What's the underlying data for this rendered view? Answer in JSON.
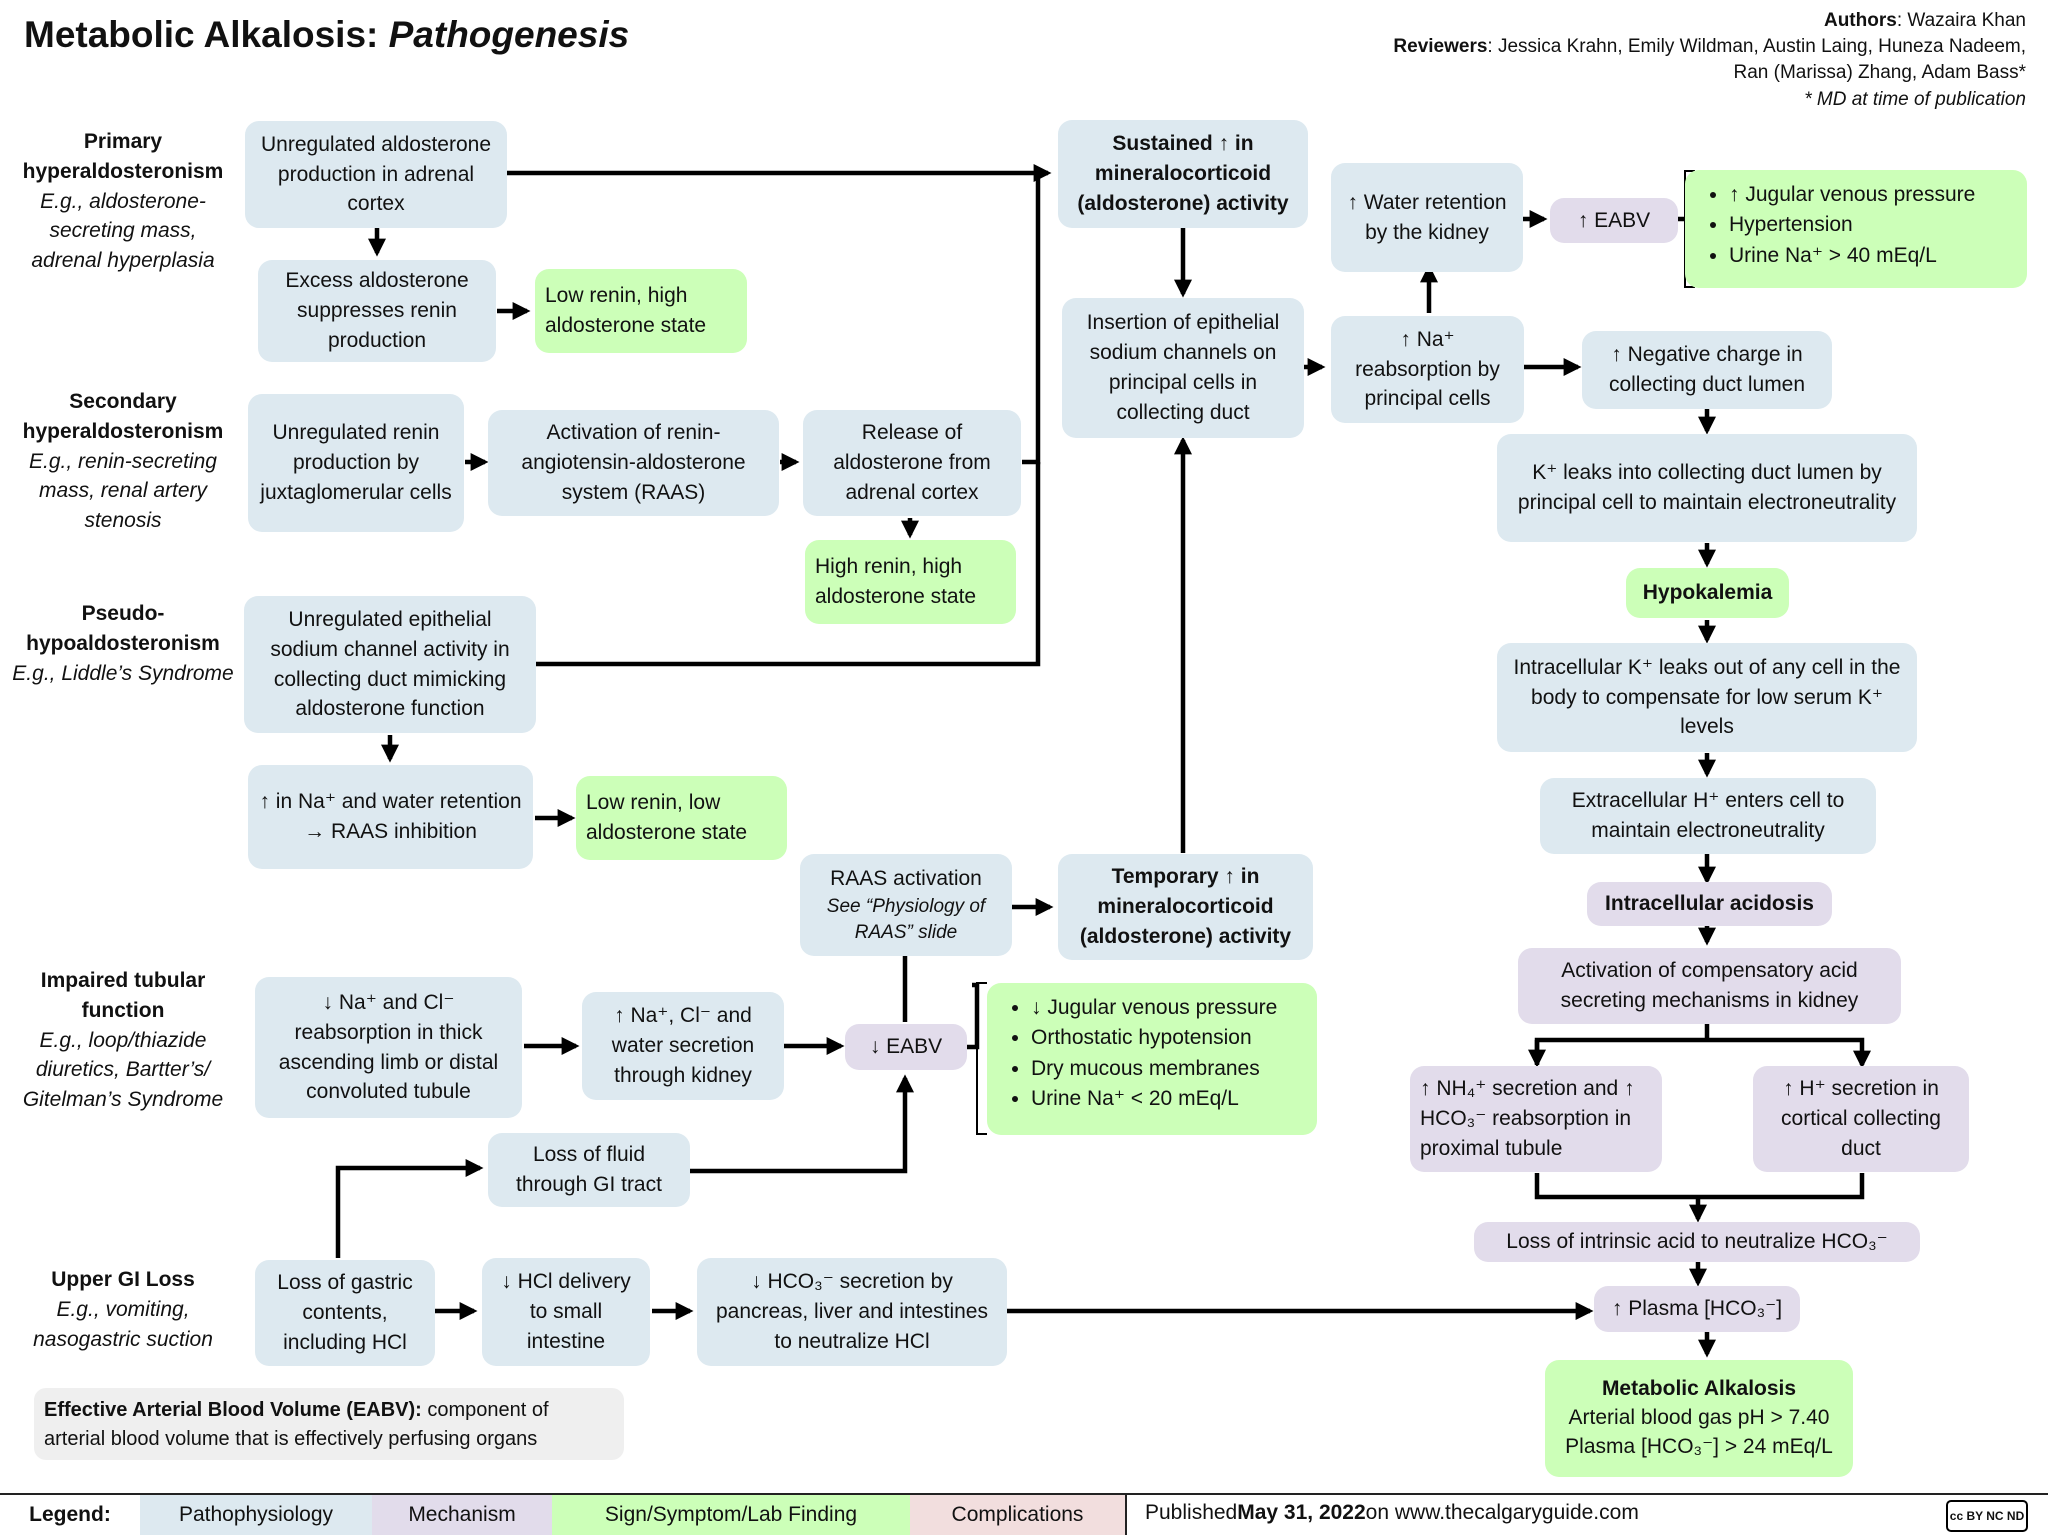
{
  "title": {
    "main": "Metabolic Alkalosis: ",
    "sub": "Pathogenesis"
  },
  "authors": {
    "authors_label": "Authors",
    "authors": ": Wazaira Khan",
    "reviewers_label": "Reviewers",
    "reviewers_1": ": Jessica Krahn, Emily Wildman, Austin Laing, Huneza Nadeem,",
    "reviewers_2": "Ran (Marissa) Zhang, Adam Bass*",
    "md_note": "* MD at time of publication"
  },
  "causes": {
    "primary": {
      "title": "Primary hyperaldosteronism",
      "example": "E.g., aldosterone-secreting mass, adrenal hyperplasia"
    },
    "secondary": {
      "title": "Secondary hyperaldosteronism",
      "example": "E.g., renin-secreting mass, renal artery stenosis"
    },
    "pseudo": {
      "title": "Pseudo-hypoaldosteronism",
      "example": "E.g., Liddle’s Syndrome"
    },
    "tubular": {
      "title": "Impaired tubular function",
      "example": "E.g., loop/thiazide diuretics, Bartter’s/ Gitelman’s Syndrome"
    },
    "gi": {
      "title": "Upper GI Loss",
      "example": "E.g., vomiting, nasogastric suction"
    }
  },
  "boxes": {
    "unreg_aldo": "Unregulated aldosterone production in adrenal cortex",
    "excess_aldo": "Excess aldosterone suppresses renin production",
    "low_renin_high_aldo": "Low renin, high aldosterone state",
    "unreg_renin": "Unregulated renin production by juxtaglomerular cells",
    "activation_raas": "Activation of renin-angiotensin-aldosterone system (RAAS)",
    "release_aldo": "Release of aldosterone from adrenal cortex",
    "high_renin_high_aldo": "High renin, high aldosterone state",
    "unreg_enac": "Unregulated epithelial sodium channel activity in collecting duct mimicking aldosterone function",
    "na_water_retention": "↑ in Na⁺ and water retention → RAAS inhibition",
    "low_renin_low_aldo": "Low renin, low aldosterone state",
    "na_cl_reabsorption": "↓ Na⁺ and Cl⁻ reabsorption in thick ascending limb or distal convoluted tubule",
    "na_cl_secretion": "↑ Na⁺, Cl⁻ and water secretion through kidney",
    "dec_eabv": "↓ EABV",
    "raas_activation": "RAAS activation",
    "raas_see": "See “Physiology of RAAS” slide",
    "loss_fluid_gi": "Loss of fluid through GI tract",
    "loss_gastric": "Loss of gastric contents, including HCl",
    "hcl_delivery": "↓ HCl delivery to small intestine",
    "hco3_secretion": "↓ HCO₃⁻ secretion by pancreas, liver and intestines to neutralize HCl",
    "sustained_mc": "Sustained ↑ in mineralocorticoid (aldosterone) activity",
    "temporary_mc": "Temporary ↑ in mineralocorticoid (aldosterone) activity",
    "insertion_enac": "Insertion of epithelial sodium channels on principal cells in collecting duct",
    "water_retention": "↑ Water retention by the kidney",
    "na_reabsorption": "↑ Na⁺ reabsorption by principal cells",
    "inc_eabv": "↑ EABV",
    "neg_charge": "↑ Negative charge in collecting duct lumen",
    "k_leaks": "K⁺ leaks into collecting duct lumen by principal cell to maintain electroneutrality",
    "hypokalemia": "Hypokalemia",
    "intracell_k": "Intracellular K⁺ leaks out of any cell in the body to compensate for low serum K⁺ levels",
    "extracell_h": "Extracellular H⁺ enters cell to maintain electroneutrality",
    "intracell_acidosis": "Intracellular acidosis",
    "comp_acid": "Activation of compensatory acid secreting mechanisms in kidney",
    "nh4_secretion": "↑ NH₄⁺ secretion and ↑ HCO₃⁻ reabsorption in proximal tubule",
    "h_secretion": "↑ H⁺ secretion in cortical collecting duct",
    "loss_intrinsic": "Loss of intrinsic acid to neutralize HCO₃⁻",
    "plasma_hco3": "↑ Plasma [HCO₃⁻]",
    "alkalosis_title": "Metabolic Alkalosis",
    "alkalosis_ph": "Arterial blood gas pH > 7.40",
    "alkalosis_hco3": "Plasma [HCO₃⁻] > 24 mEq/L"
  },
  "inc_eabv_signs": [
    "↑ Jugular venous pressure",
    "Hypertension",
    "Urine Na⁺ > 40 mEq/L"
  ],
  "dec_eabv_signs": [
    "↓ Jugular venous pressure",
    "Orthostatic hypotension",
    "Dry mucous membranes",
    "Urine Na⁺ < 20 mEq/L"
  ],
  "eabv_definition": {
    "term": "Effective Arterial Blood Volume (EABV):",
    "text": " component of arterial blood volume that is effectively perfusing organs"
  },
  "legend": {
    "label": "Legend:",
    "items": [
      "Pathophysiology",
      "Mechanism",
      "Sign/Symptom/Lab Finding",
      "Complications"
    ],
    "colors": [
      "#dde9f0",
      "#e2dceb",
      "#ccffb8",
      "#f2dede"
    ]
  },
  "published": {
    "prefix": "Published ",
    "date": "May 31, 2022",
    "suffix": " on www.thecalgaryguide.com"
  },
  "license": "cc BY NC ND"
}
